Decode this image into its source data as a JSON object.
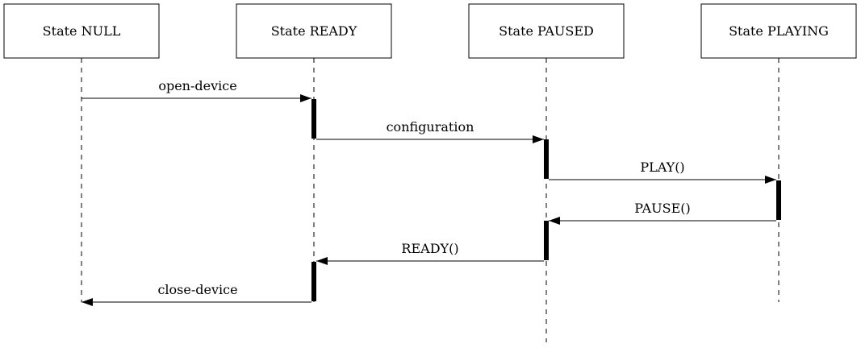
{
  "participants": [
    {
      "id": "null",
      "label": "State NULL"
    },
    {
      "id": "ready",
      "label": "State READY"
    },
    {
      "id": "paused",
      "label": "State PAUSED"
    },
    {
      "id": "playing",
      "label": "State PLAYING"
    }
  ],
  "messages": [
    {
      "from": "null",
      "to": "ready",
      "label": "open-device"
    },
    {
      "from": "ready",
      "to": "paused",
      "label": "configuration"
    },
    {
      "from": "paused",
      "to": "playing",
      "label": "PLAY()"
    },
    {
      "from": "playing",
      "to": "paused",
      "label": "PAUSE()"
    },
    {
      "from": "paused",
      "to": "ready",
      "label": "READY()"
    },
    {
      "from": "ready",
      "to": "null",
      "label": "close-device"
    }
  ],
  "colors": {
    "line": "#000000",
    "background": "#ffffff"
  }
}
